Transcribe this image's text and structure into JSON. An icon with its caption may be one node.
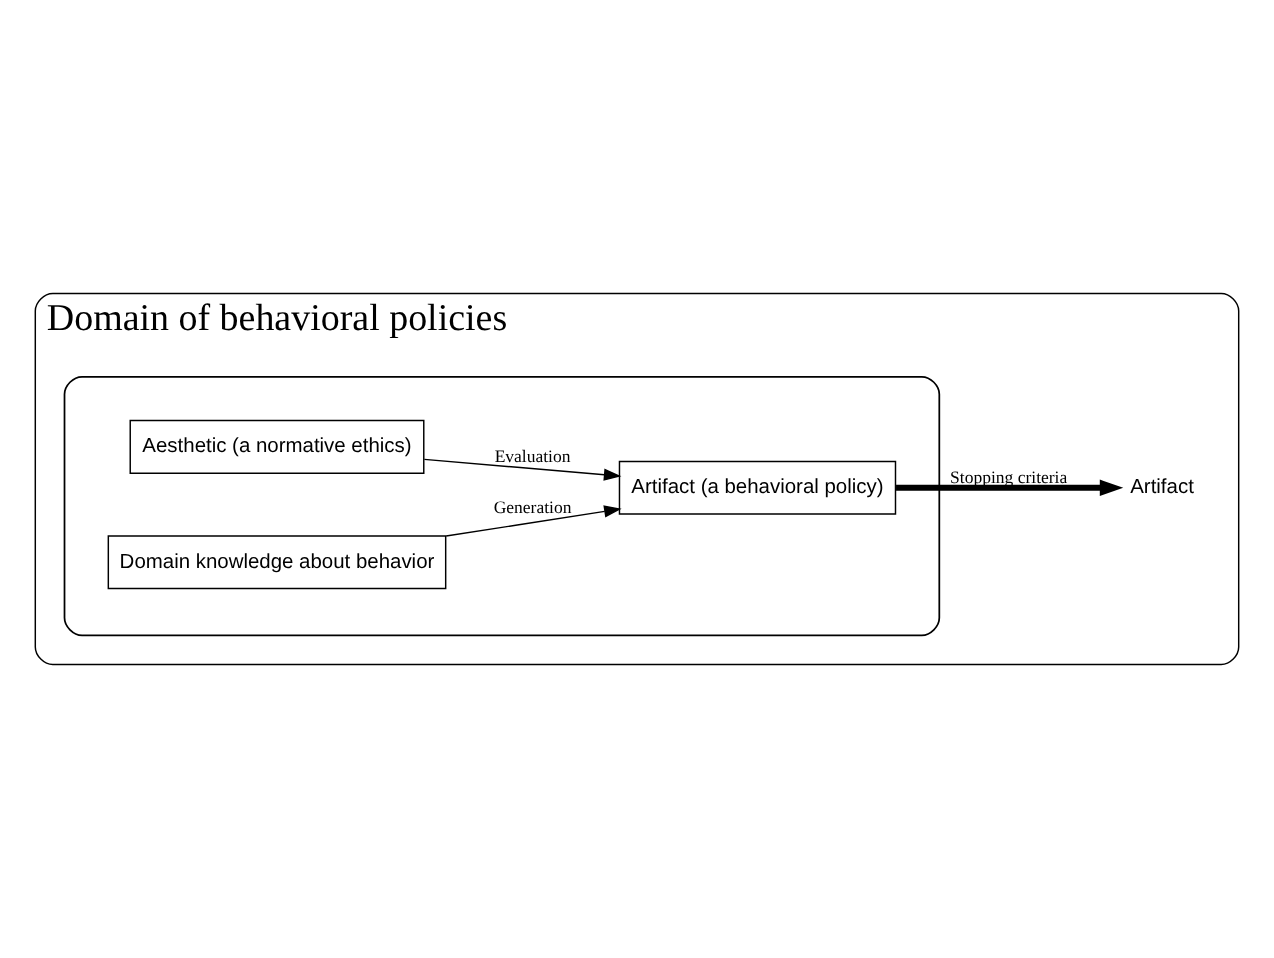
{
  "diagram": {
    "nodes": [
      {
        "text": [
          "Domain of behavioral policies"
        ]
      },
      {
        "text": [],
        "shape": "ellipse",
        "in": 0
      },
      {
        "text": [
          "Aesthetic (a normative ethics)"
        ],
        "in": 1
      },
      {
        "text": [
          "Domain knowledge about behavior"
        ],
        "in": 1
      },
      {
        "text": [
          "Artifact (a behavioral policy)"
        ],
        "in": 1
      },
      {
        "text": [
          "Artifact"
        ],
        "in": 0
      }
    ],
    "edges": [
      {
        "from": 2,
        "to": 4,
        "arrow": "to",
        "label": "Evaluation"
      },
      {
        "from": 3,
        "to": 4,
        "arrow": "to",
        "label": "Generation"
      },
      {
        "from": 4,
        "to": 5,
        "arrow": "to",
        "label": "Stopping criteria",
        "style": "thick"
      }
    ]
  }
}
